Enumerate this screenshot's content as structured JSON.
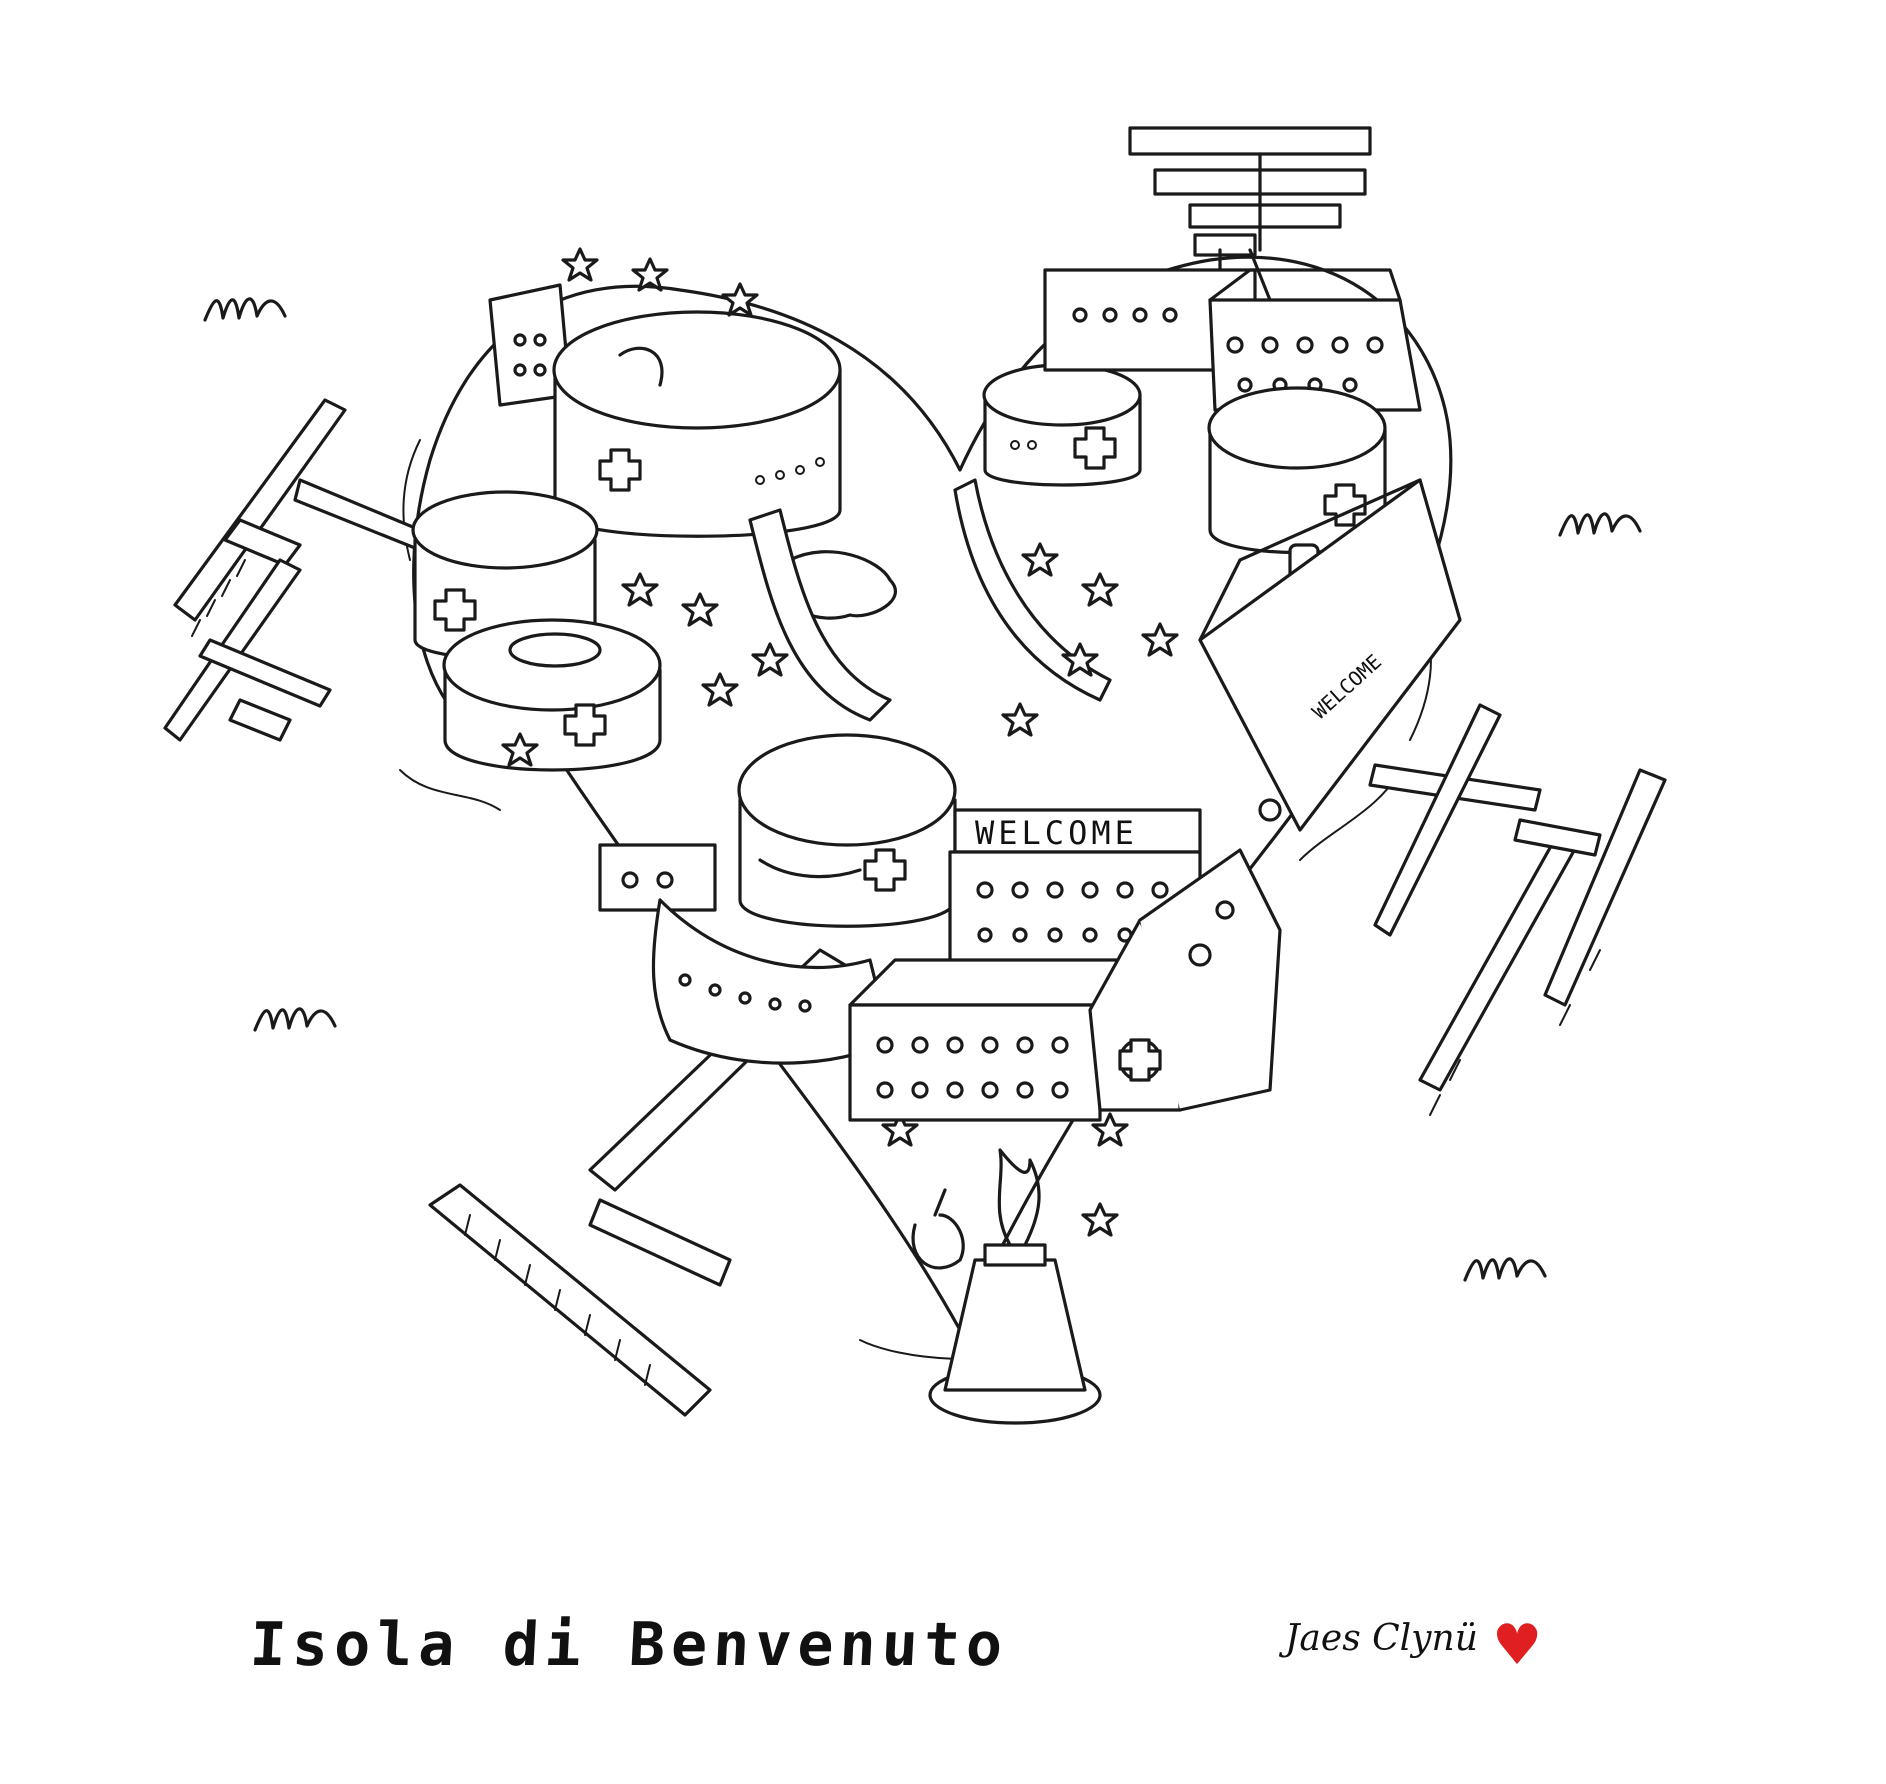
{
  "illustration": {
    "signs": {
      "welcome_main": "WELCOME",
      "welcome_side": "WELCOME"
    },
    "icons": [
      "cross-icon",
      "wave-icon",
      "star-icon",
      "flame-icon"
    ]
  },
  "caption": "Isola di Benvenuto",
  "signature": "Jaes Clynü",
  "colors": {
    "ink": "#1a1a1a",
    "paper": "#ffffff",
    "heart": "#e02020"
  }
}
